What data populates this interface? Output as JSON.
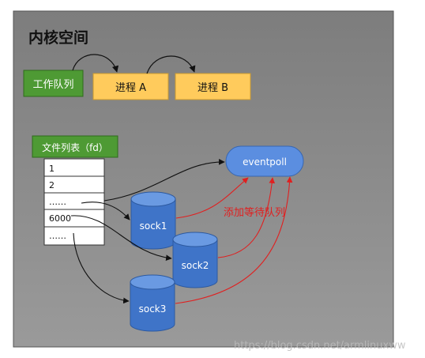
{
  "title": "内核空间",
  "work_queue": {
    "label": "工作队列"
  },
  "processes": [
    {
      "label": "进程 A"
    },
    {
      "label": "进程 B"
    }
  ],
  "file_list": {
    "header": "文件列表（fd）",
    "rows": [
      "1",
      "2",
      "……",
      "6000",
      "……"
    ]
  },
  "eventpoll": {
    "label": "eventpoll"
  },
  "sockets": [
    {
      "label": "sock1"
    },
    {
      "label": "sock2"
    },
    {
      "label": "sock3"
    }
  ],
  "annotation": "添加等待队列",
  "watermark": "https://blog.csdn.net/armlinuxww",
  "colors": {
    "panel_bg": "#8c8c8c",
    "green": "#4e9a34",
    "process_fill": "#ffcb5c",
    "blue": "#4a7fd0",
    "sock_top": "#5f92de",
    "red": "#e02020"
  }
}
